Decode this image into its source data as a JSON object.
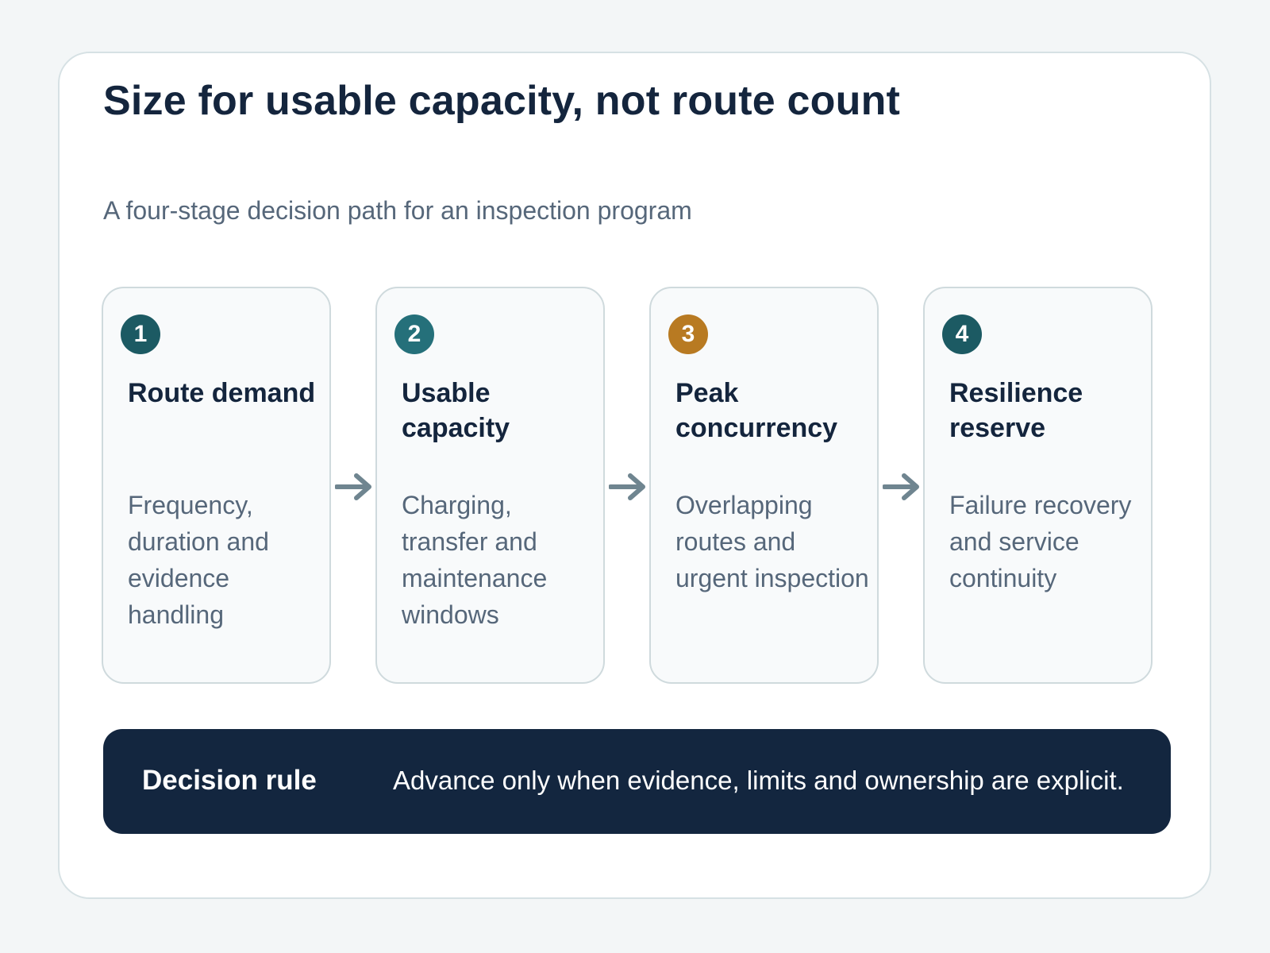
{
  "title": "Size for usable capacity, not route count",
  "subtitle": "A four-stage decision path for an inspection program",
  "stages": [
    {
      "number": "1",
      "title": "Route demand",
      "description": "Frequency, duration and evidence handling",
      "badge_color": "#1c5a63"
    },
    {
      "number": "2",
      "title": "Usable capacity",
      "description": "Charging, transfer and maintenance windows",
      "badge_color": "#25707a"
    },
    {
      "number": "3",
      "title": "Peak concurrency",
      "description": "Overlapping routes and urgent inspection",
      "badge_color": "#b87a22"
    },
    {
      "number": "4",
      "title": "Resilience reserve",
      "description": "Failure recovery and service continuity",
      "badge_color": "#1c5a63"
    }
  ],
  "arrow_icon": "arrow-right-icon",
  "decision_rule": {
    "label": "Decision rule",
    "text": "Advance only when evidence, limits and ownership are explicit."
  },
  "colors": {
    "page_background": "#f3f6f7",
    "card_background": "#ffffff",
    "heading": "#14253d",
    "muted_text": "#56677a",
    "arrow": "#6f8590",
    "rule_background": "#13263f"
  }
}
